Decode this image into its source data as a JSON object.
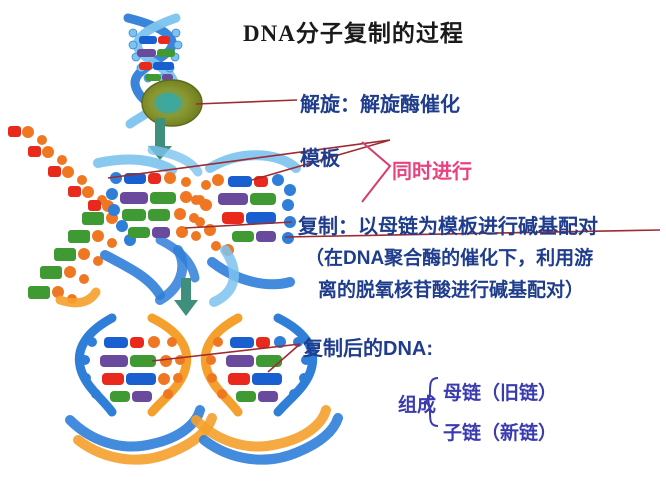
{
  "title": "DNA分子复制的过程",
  "labels": {
    "unwind": "解旋：解旋酶催化",
    "template": "模板",
    "simultaneous": "同时进行",
    "replicate": "复制：以母链为模板进行碱基配对",
    "paren_line1": "（在DNA聚合酶的催化下，利用游",
    "paren_line2": "离的脱氧核苷酸进行碱基配对）",
    "after_replication": "复制后的DNA:",
    "composition": "组成",
    "parent_strand": "母链（旧链）",
    "daughter_strand": "子链（新链）"
  },
  "colors": {
    "title_text": "#1a1a1a",
    "label_blue": "#1f3d8c",
    "label_pink": "#e8437e",
    "label_purple_blue": "#3b3bb0",
    "leader_line": "#9e2b33",
    "arrow_green": "#3f8f7d",
    "strand_blue": "#2f7ed8",
    "strand_lightblue": "#7cc3ee",
    "strand_orange": "#f5a02c",
    "nucleotide_orange": "#ef7722",
    "base_red": "#e8291c",
    "base_green": "#3f9a33",
    "base_purple": "#6a4a9c",
    "base_blue": "#1a5fd0",
    "helicase_fill": "#8f9b2e",
    "helicase_core": "#3aa8a0"
  },
  "graphics": {
    "top_helix": "intact-dna-double-helix",
    "helicase": "helicase-enzyme-ellipse",
    "arrow_1": "downward-arrow-unwinding",
    "arrow_2": "downward-arrow-replication",
    "replication_fork": "replication-fork-with-free-nucleotides",
    "daughter_dna_left": "daughter-dna-molecule-left",
    "daughter_dna_right": "daughter-dna-molecule-right"
  }
}
